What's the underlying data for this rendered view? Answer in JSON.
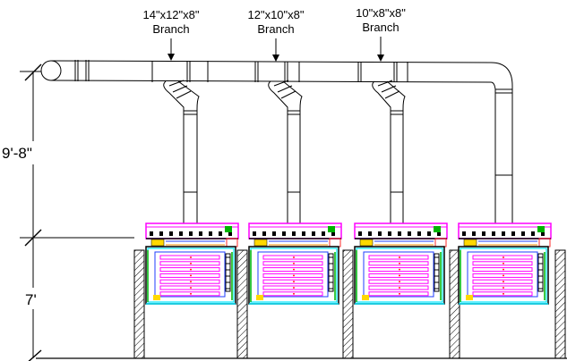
{
  "branches": [
    {
      "size": "14\"x12\"x8\"",
      "word": "Branch"
    },
    {
      "size": "12\"x10\"x8\"",
      "word": "Branch"
    },
    {
      "size": "10\"x8\"x8\"",
      "word": "Branch"
    }
  ],
  "dimensions": {
    "upper": "9'-8\"",
    "lower": "7'"
  },
  "unit_count": 4,
  "colors": {
    "line": "#000000",
    "magenta": "#ff00ff",
    "cyan": "#00e5ff",
    "blue": "#1f3cff",
    "green": "#00b400",
    "yellow": "#ffd800",
    "red": "#ff2a2a",
    "orange": "#ff8c00"
  }
}
